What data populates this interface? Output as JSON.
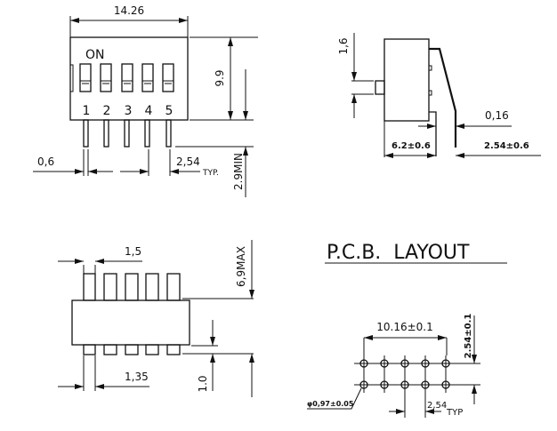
{
  "front_view": {
    "width_dim": "14.26",
    "on_label": "ON",
    "switch_numbers": [
      "1",
      "2",
      "3",
      "4",
      "5"
    ],
    "height_dim": "9.9",
    "pin_width_dim": "0,6",
    "pitch_dim": "2,54",
    "pitch_typ": "TYP.",
    "pin_length_dim": "2.9MIN"
  },
  "side_view": {
    "actuator_dim": "1,6",
    "pin_thickness_dim": "0,16",
    "body_depth_dim": "6.2±0.6",
    "pin_offset_dim": "2.54±0.6"
  },
  "bottom_view": {
    "actuator_width_dim": "1,5",
    "height_max_dim": "6,9MAX",
    "standoff_dim": "1.0",
    "pin_width_dim": "1,35"
  },
  "pcb_layout": {
    "title": "P.C.B.  LAYOUT",
    "span_dim": "10.16±0.1",
    "row_pitch_dim": "2.54±0.1",
    "hole_dim": "φ0,97±0.05",
    "pitch_dim": "2,54",
    "pitch_typ": "TYP"
  }
}
